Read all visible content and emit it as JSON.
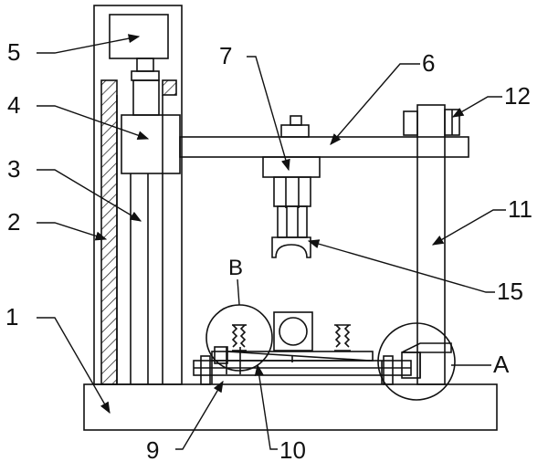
{
  "callouts": [
    {
      "id": "1",
      "text": "1"
    },
    {
      "id": "2",
      "text": "2"
    },
    {
      "id": "3",
      "text": "3"
    },
    {
      "id": "4",
      "text": "4"
    },
    {
      "id": "5",
      "text": "5"
    },
    {
      "id": "6",
      "text": "6"
    },
    {
      "id": "7",
      "text": "7"
    },
    {
      "id": "9",
      "text": "9"
    },
    {
      "id": "10",
      "text": "10"
    },
    {
      "id": "11",
      "text": "11"
    },
    {
      "id": "12",
      "text": "12"
    },
    {
      "id": "15",
      "text": "15"
    },
    {
      "id": "A",
      "text": "A"
    },
    {
      "id": "B",
      "text": "B"
    }
  ],
  "colors": {
    "line": "#111111",
    "hatch": "#111111",
    "background": "#ffffff"
  }
}
